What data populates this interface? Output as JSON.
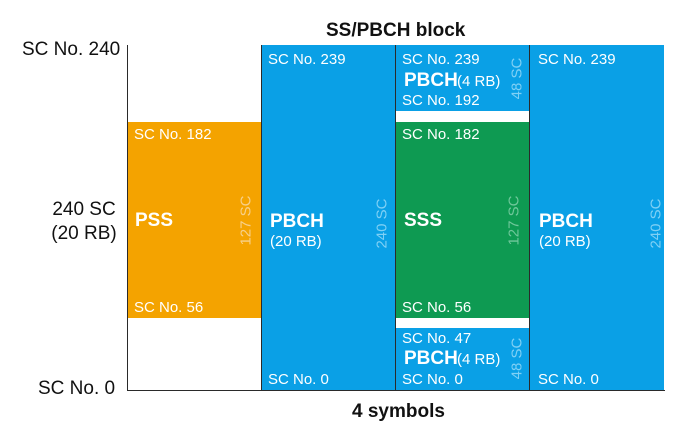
{
  "title": "SS/PBCH block",
  "x_label": "4 symbols",
  "y_labels": {
    "top": "SC No. 240",
    "middle_line1": "240 SC",
    "middle_line2": "(20 RB)",
    "bottom": "SC No. 0"
  },
  "col1": {
    "top_label": "SC No. 182",
    "name": "PSS",
    "bottom_label": "SC No. 56",
    "vertical": "127 SC"
  },
  "col2": {
    "top_label": "SC No. 239",
    "name": "PBCH",
    "sub": "(20 RB)",
    "bottom_label": "SC No. 0",
    "vertical": "240 SC"
  },
  "col3": {
    "upper": {
      "top_label": "SC No. 239",
      "name": "PBCH",
      "sub": "(4 RB)",
      "bottom_label": "SC No. 192",
      "vertical": "48 SC"
    },
    "middle": {
      "top_label": "SC No. 182",
      "name": "SSS",
      "bottom_label": "SC No. 56",
      "vertical": "127 SC"
    },
    "lower": {
      "top_label": "SC No. 47",
      "name": "PBCH",
      "sub": "(4 RB)",
      "bottom_label": "SC No. 0",
      "vertical": "48 SC"
    }
  },
  "col4": {
    "top_label": "SC No. 239",
    "name": "PBCH",
    "sub": "(20 RB)",
    "bottom_label": "SC No. 0",
    "vertical": "240 SC"
  },
  "colors": {
    "pbch": "#0aa0e6",
    "pss": "#f4a300",
    "sss": "#0e9a52"
  }
}
